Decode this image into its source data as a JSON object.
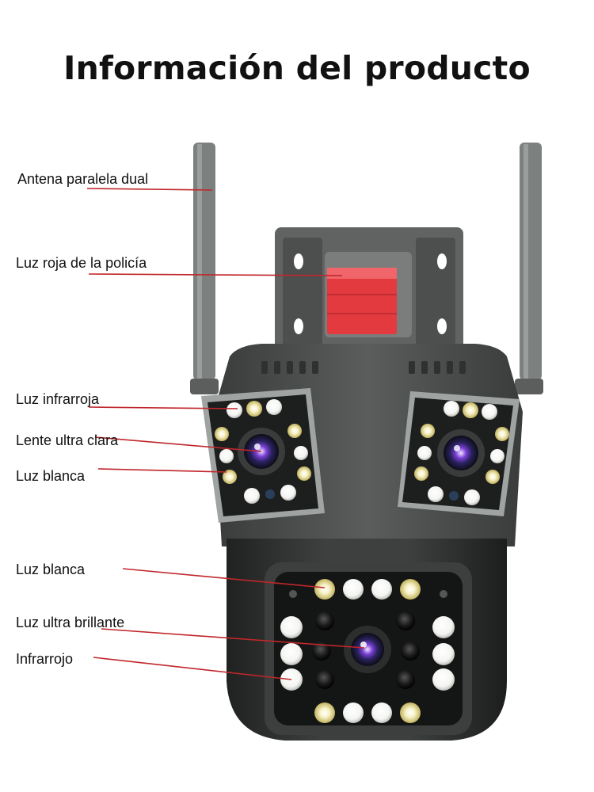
{
  "title": "Información del producto",
  "labels": {
    "antenna": "Antena paralela dual",
    "police_light": "Luz roja de la policía",
    "infrared_light": "Luz infrarroja",
    "ultra_clear_lens": "Lente ultra clara",
    "white_light_top": "Luz blanca",
    "white_light_bottom": "Luz blanca",
    "ultra_bright_light": "Luz ultra brillante",
    "infrared": "Infrarrojo"
  },
  "colors": {
    "pointer_line": "#c0262b",
    "body": "#4a4d4c",
    "police_light": "#e23a3f"
  }
}
